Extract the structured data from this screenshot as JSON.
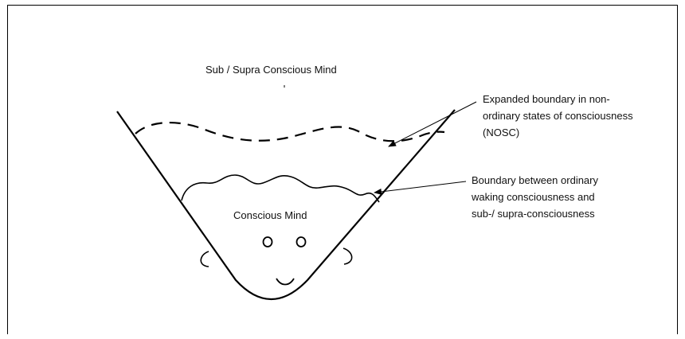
{
  "labels": {
    "outer_region": "Sub / Supra Conscious Mind",
    "inner_region": "Conscious Mind",
    "expanded_boundary": [
      "Expanded boundary in non-",
      "ordinary states of consciousness",
      "(NOSC)"
    ],
    "ordinary_boundary": [
      "Boundary between ordinary",
      "waking consciousness and",
      "sub-/ supra-consciousness"
    ]
  },
  "colors": {
    "stroke": "#000000",
    "text": "#111111",
    "background": "#ffffff"
  }
}
